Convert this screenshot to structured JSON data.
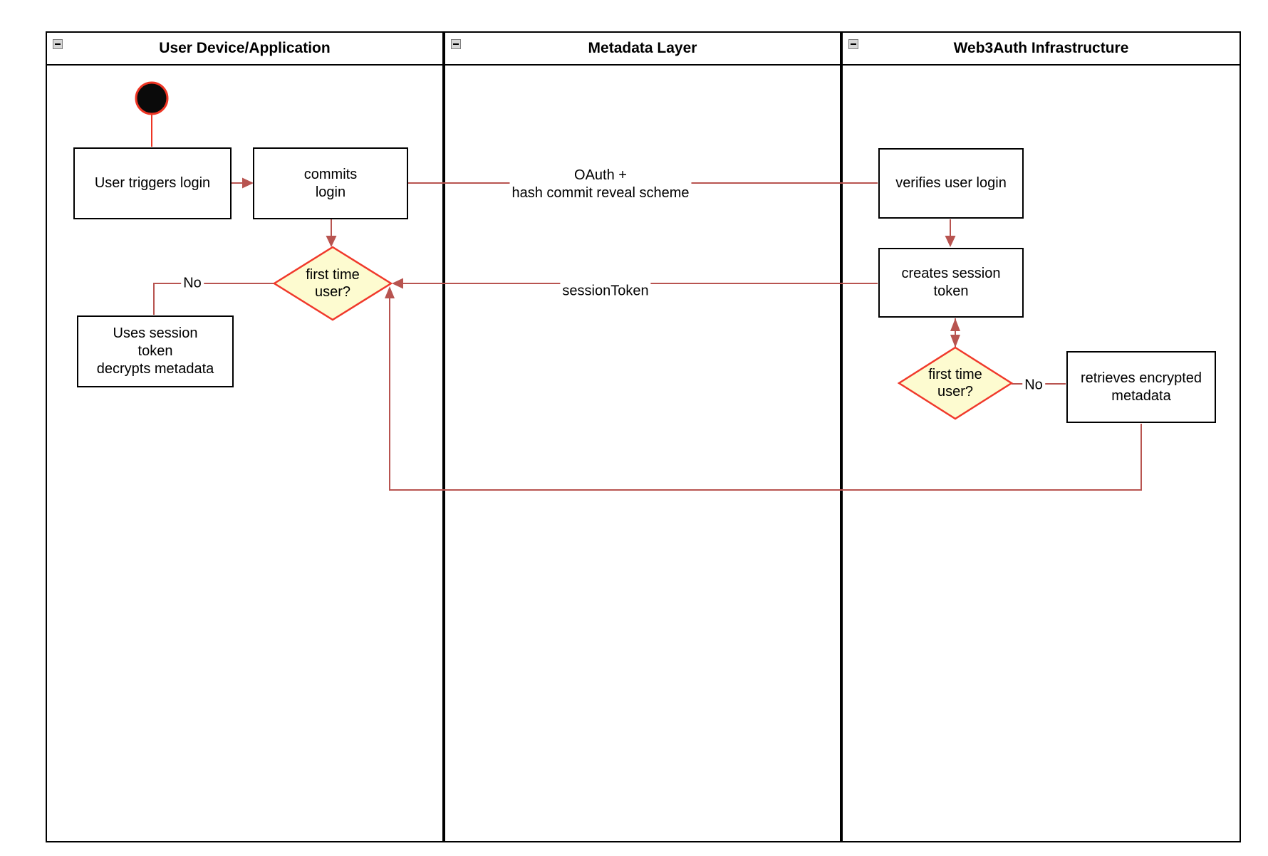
{
  "colors": {
    "edge": "#B85450",
    "accent_red": "#EE3524",
    "diamond_fill": "#FDFBD0",
    "diamond_stroke": "#F0392B",
    "lane_border": "#000000"
  },
  "lanes": [
    {
      "title": "User Device/Application"
    },
    {
      "title": "Metadata Layer"
    },
    {
      "title": "Web3Auth Infrastructure"
    }
  ],
  "nodes": {
    "user_triggers": {
      "label": "User triggers login"
    },
    "commits": {
      "label": "commits\nlogin"
    },
    "first_time_device": {
      "label": "first time\nuser?"
    },
    "uses_session": {
      "label": "Uses session\ntoken\ndecrypts metadata"
    },
    "verifies": {
      "label": "verifies user login"
    },
    "creates": {
      "label": "creates session\ntoken"
    },
    "first_time_infra": {
      "label": "first time\nuser?"
    },
    "retrieves": {
      "label": "retrieves encrypted\nmetadata"
    }
  },
  "edges": {
    "oauth": {
      "label": "OAuth +\nhash commit reveal scheme"
    },
    "session_token": {
      "label": "sessionToken"
    },
    "no_device": {
      "label": "No"
    },
    "no_infra": {
      "label": "No"
    }
  }
}
